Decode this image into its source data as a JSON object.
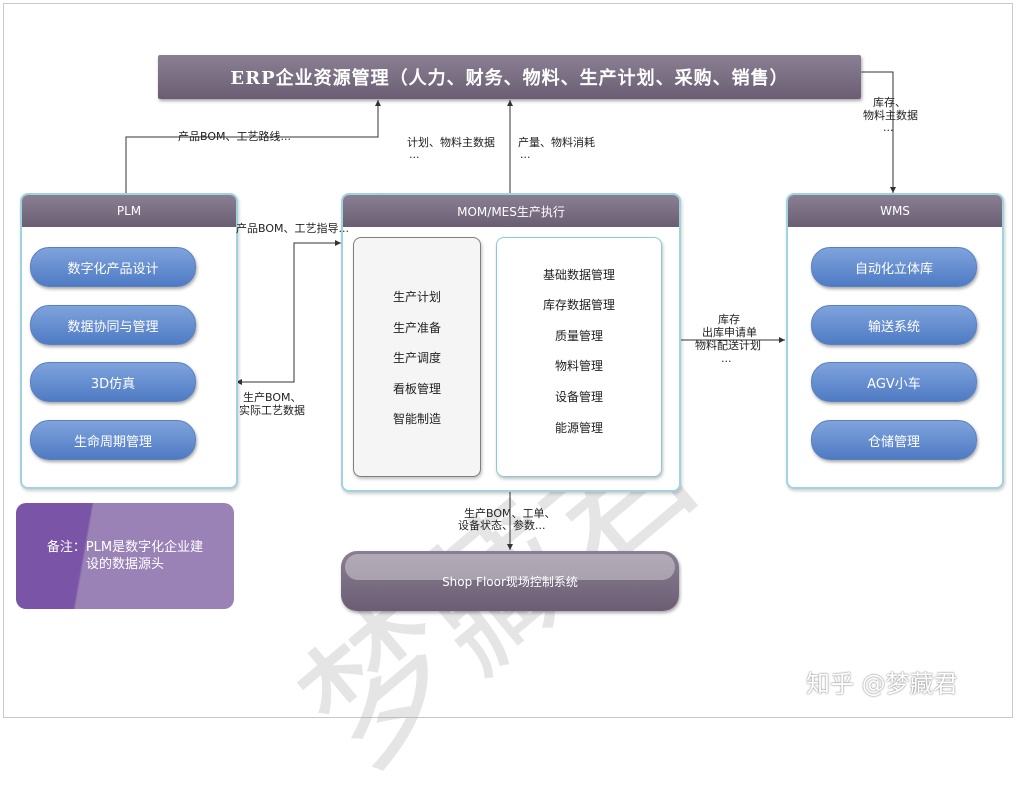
{
  "erp": {
    "title": "ERP企业资源管理（人力、财务、物料、生产计划、采购、销售）"
  },
  "plm": {
    "title": "PLM",
    "items": [
      "数字化产品设计",
      "数据协同与管理",
      "3D仿真",
      "生命周期管理"
    ]
  },
  "mes": {
    "title": "MOM/MES生产执行",
    "left_items": [
      "生产计划",
      "生产准备",
      "生产调度",
      "看板管理",
      "智能制造"
    ],
    "right_items": [
      "基础数据管理",
      "库存数据管理",
      "质量管理",
      "物料管理",
      "设备管理",
      "能源管理"
    ]
  },
  "wms": {
    "title": "WMS",
    "items": [
      "自动化立体库",
      "输送系统",
      "AGV小车",
      "仓储管理"
    ]
  },
  "shop_floor": {
    "title": "Shop Floor现场控制系统"
  },
  "note": {
    "text": "备注：PLM是数字化企业建设的数据源头"
  },
  "labels": {
    "erp_plm": "产品BOM、工艺路线...",
    "erp_mes_plan_1": "计划、物料主数据",
    "erp_mes_plan_2": "...",
    "erp_mes_output_1": "产量、物料消耗",
    "erp_mes_output_2": "...",
    "erp_wms_1": "库存、",
    "erp_wms_2": "物料主数据",
    "erp_wms_3": "...",
    "plm_mes": "产品BOM、工艺指导...",
    "mes_plm_1": "生产BOM、",
    "mes_plm_2": "实际工艺数据",
    "mes_wms_1": "库存",
    "mes_wms_2": "出库申请单",
    "mes_wms_3": "物料配送计划",
    "mes_wms_4": "...",
    "mes_shop_1": "生产BOM、工单、",
    "mes_shop_2": "设备状态、参数..."
  },
  "watermark": {
    "text": "梦藏君",
    "platform": "知乎 @梦藏君"
  },
  "colors": {
    "header": "#7a6f84",
    "pill": "#5f88cb",
    "panel_border": "#9fd3de",
    "note_dark": "#7a54a6",
    "note_light": "#9a82b7"
  }
}
